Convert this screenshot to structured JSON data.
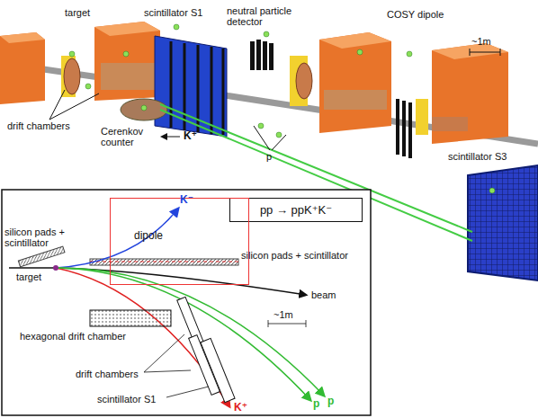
{
  "diagram": {
    "nodes": [
      {
        "text": [
          "pp → ppK⁺K⁻"
        ]
      },
      {
        "text": [
          "dipole"
        ]
      }
    ],
    "labels": [
      "target",
      "scintillator S1",
      "neutral particle detector",
      "COSY dipole",
      "~1m",
      "drift chambers",
      "Cerenkov counter",
      "K⁺",
      "p",
      "scintillator S3",
      "K⁻",
      "silicon pads + scintillator",
      "silicon pads + scintillator",
      "target",
      "beam",
      "hexagonal drift chamber",
      "~1m",
      "drift chambers",
      "scintillator S1",
      "K⁺",
      "p",
      "p"
    ]
  }
}
